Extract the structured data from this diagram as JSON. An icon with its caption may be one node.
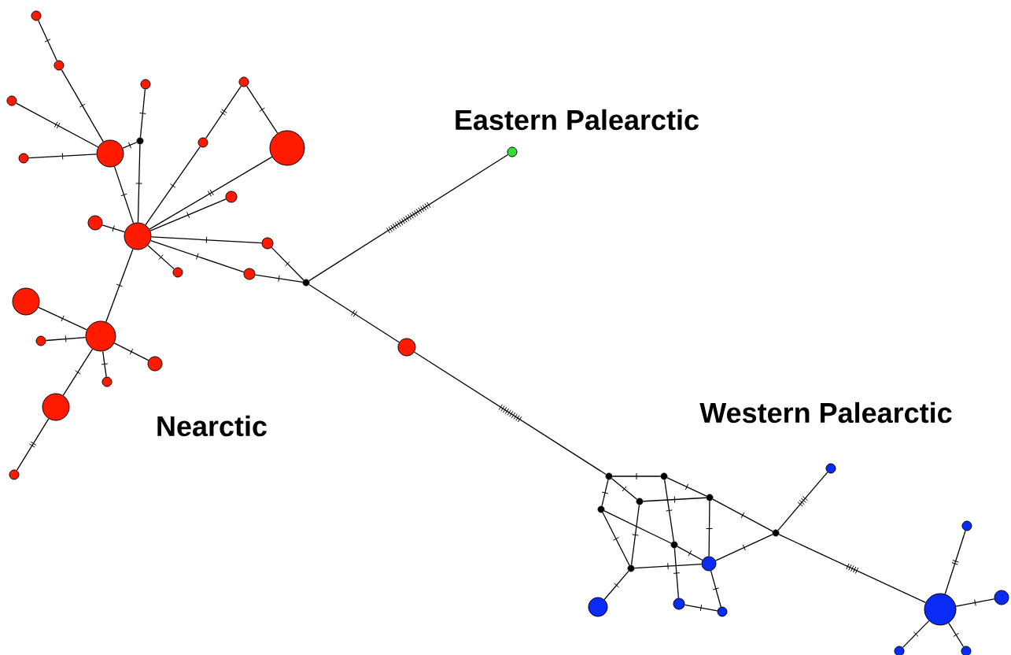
{
  "diagram": {
    "nodes": [
      {
        "text": [],
        "shape": "circle"
      },
      {
        "text": [],
        "shape": "circle"
      },
      {
        "text": [],
        "shape": "circle"
      },
      {
        "text": [],
        "shape": "circle"
      },
      {
        "text": [],
        "shape": "circle"
      },
      {
        "text": [],
        "shape": "circle"
      },
      {
        "text": [],
        "shape": "circle"
      },
      {
        "text": [],
        "shape": "circle"
      },
      {
        "text": [],
        "shape": "circle"
      },
      {
        "text": [],
        "shape": "circle"
      },
      {
        "text": [],
        "shape": "circle"
      },
      {
        "text": [],
        "shape": "circle"
      },
      {
        "text": [],
        "shape": "circle"
      },
      {
        "text": [],
        "shape": "circle"
      },
      {
        "text": [],
        "shape": "circle"
      },
      {
        "text": [],
        "shape": "circle"
      },
      {
        "text": [],
        "shape": "circle"
      },
      {
        "text": [],
        "shape": "circle"
      },
      {
        "text": [],
        "shape": "circle"
      },
      {
        "text": [],
        "shape": "circle"
      },
      {
        "text": [],
        "shape": "circle"
      },
      {
        "text": [],
        "shape": "circle"
      },
      {
        "text": [],
        "shape": "circle"
      },
      {
        "text": [],
        "shape": "circle"
      },
      {
        "text": [],
        "shape": "circle"
      },
      {
        "text": [],
        "shape": "circle"
      },
      {
        "text": [],
        "shape": "circle"
      },
      {
        "text": [],
        "shape": "circle"
      },
      {
        "text": [],
        "shape": "circle"
      },
      {
        "text": [],
        "shape": "circle"
      },
      {
        "text": [],
        "shape": "circle"
      },
      {
        "text": [],
        "shape": "circle"
      },
      {
        "text": [],
        "shape": "circle"
      },
      {
        "text": [],
        "shape": "circle"
      },
      {
        "text": [],
        "shape": "circle"
      },
      {
        "text": [],
        "shape": "circle"
      },
      {
        "text": [],
        "shape": "circle"
      },
      {
        "text": [],
        "shape": "circle"
      },
      {
        "text": [],
        "shape": "circle"
      },
      {
        "text": [],
        "shape": "circle"
      },
      {
        "text": [],
        "shape": "circle"
      },
      {
        "text": [],
        "shape": "circle"
      },
      {
        "text": [],
        "shape": "circle"
      },
      {
        "text": [],
        "shape": "circle"
      }
    ],
    "edges": [
      {
        "from": 0,
        "to": 1,
        "arrow": "none"
      },
      {
        "from": 1,
        "to": 6,
        "arrow": "none"
      },
      {
        "from": 3,
        "to": 6,
        "arrow": "none"
      },
      {
        "from": 5,
        "to": 6,
        "arrow": "none"
      },
      {
        "from": 6,
        "to": 7,
        "arrow": "none"
      },
      {
        "from": 7,
        "to": 2,
        "arrow": "none"
      },
      {
        "from": 7,
        "to": 12,
        "arrow": "none"
      },
      {
        "from": 6,
        "to": 12,
        "arrow": "none"
      },
      {
        "from": 4,
        "to": 8,
        "arrow": "none"
      },
      {
        "from": 8,
        "to": 12,
        "arrow": "none"
      },
      {
        "from": 4,
        "to": 9,
        "arrow": "none"
      },
      {
        "from": 9,
        "to": 12,
        "arrow": "none"
      },
      {
        "from": 10,
        "to": 12,
        "arrow": "none"
      },
      {
        "from": 11,
        "to": 12,
        "arrow": "none"
      },
      {
        "from": 12,
        "to": 13,
        "arrow": "none"
      },
      {
        "from": 12,
        "to": 14,
        "arrow": "none"
      },
      {
        "from": 12,
        "to": 15,
        "arrow": "none"
      },
      {
        "from": 13,
        "to": 16,
        "arrow": "none"
      },
      {
        "from": 15,
        "to": 16,
        "arrow": "none"
      },
      {
        "from": 16,
        "to": 17,
        "arrow": "none"
      },
      {
        "from": 12,
        "to": 20,
        "arrow": "none"
      },
      {
        "from": 18,
        "to": 20,
        "arrow": "none"
      },
      {
        "from": 21,
        "to": 20,
        "arrow": "none"
      },
      {
        "from": 22,
        "to": 20,
        "arrow": "none"
      },
      {
        "from": 23,
        "to": 20,
        "arrow": "none"
      },
      {
        "from": 20,
        "to": 24,
        "arrow": "none"
      },
      {
        "from": 24,
        "to": 25,
        "arrow": "none"
      },
      {
        "from": 16,
        "to": 19,
        "arrow": "none"
      },
      {
        "from": 19,
        "to": 26,
        "arrow": "none"
      },
      {
        "from": 26,
        "to": 27,
        "arrow": "none"
      },
      {
        "from": 26,
        "to": 29,
        "arrow": "none"
      },
      {
        "from": 26,
        "to": 30,
        "arrow": "none"
      },
      {
        "from": 27,
        "to": 28,
        "arrow": "none"
      },
      {
        "from": 27,
        "to": 31,
        "arrow": "none"
      },
      {
        "from": 31,
        "to": 37,
        "arrow": "none"
      },
      {
        "from": 29,
        "to": 28,
        "arrow": "none"
      },
      {
        "from": 29,
        "to": 32,
        "arrow": "none"
      },
      {
        "from": 30,
        "to": 32,
        "arrow": "none"
      },
      {
        "from": 30,
        "to": 31,
        "arrow": "none"
      },
      {
        "from": 31,
        "to": 33,
        "arrow": "none"
      },
      {
        "from": 28,
        "to": 33,
        "arrow": "none"
      },
      {
        "from": 28,
        "to": 34,
        "arrow": "none"
      },
      {
        "from": 32,
        "to": 33,
        "arrow": "none"
      },
      {
        "from": 33,
        "to": 34,
        "arrow": "none"
      },
      {
        "from": 33,
        "to": 38,
        "arrow": "none"
      },
      {
        "from": 37,
        "to": 38,
        "arrow": "none"
      },
      {
        "from": 32,
        "to": 36,
        "arrow": "none"
      },
      {
        "from": 34,
        "to": 35,
        "arrow": "none"
      },
      {
        "from": 34,
        "to": 39,
        "arrow": "none"
      },
      {
        "from": 39,
        "to": 40,
        "arrow": "none"
      },
      {
        "from": 39,
        "to": 41,
        "arrow": "none"
      },
      {
        "from": 39,
        "to": 42,
        "arrow": "none"
      },
      {
        "from": 39,
        "to": 43,
        "arrow": "none"
      }
    ],
    "labels": [
      "Eastern Palearctic",
      "Nearctic",
      "Western Palearctic"
    ]
  }
}
